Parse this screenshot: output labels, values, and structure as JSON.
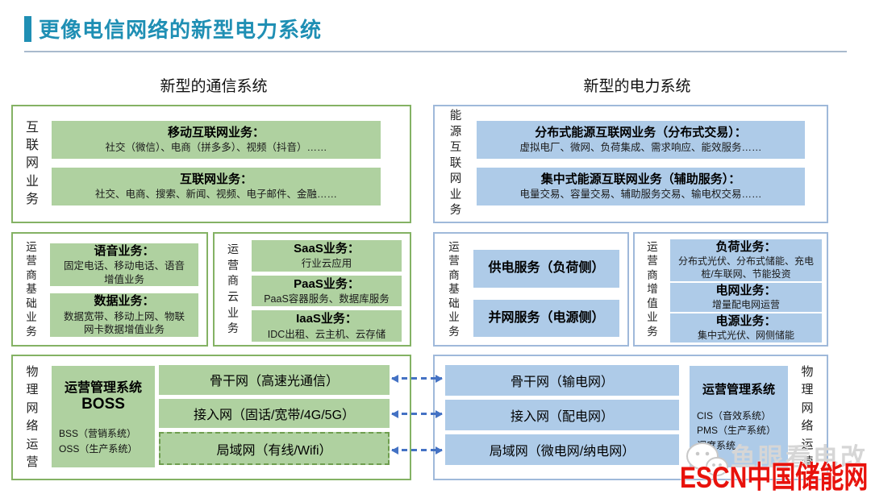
{
  "title": "更像电信网络的新型电力系统",
  "headers": {
    "telecom": "新型的通信系统",
    "power": "新型的电力系统"
  },
  "telecom": {
    "internet": {
      "label": "互联网业务",
      "boxes": [
        {
          "title": "移动互联网业务：",
          "desc": "社交（微信）、电商（拼多多）、视频（抖音）……"
        },
        {
          "title": "互联网业务：",
          "desc": "社交、电商、搜索、新闻、视频、电子邮件、金融……"
        }
      ]
    },
    "basic": {
      "label": "运营商基础业务",
      "boxes": [
        {
          "title": "语音业务：",
          "desc": "固定电话、移动电话、语音增值业务"
        },
        {
          "title": "数据业务：",
          "desc": "数据宽带、移动上网、物联网卡数据增值业务"
        }
      ]
    },
    "cloud": {
      "label": "运营商云业务",
      "boxes": [
        {
          "title": "SaaS业务：",
          "desc": "行业云应用"
        },
        {
          "title": "PaaS业务：",
          "desc": "PaaS容器服务、数据库服务"
        },
        {
          "title": "IaaS业务：",
          "desc": "IDC出租、云主机、云存储"
        }
      ]
    },
    "physical": {
      "label": "物理网络运营",
      "mgmt": {
        "title1": "运营管理系统",
        "title2": "BOSS",
        "lines": [
          "BSS（营销系统）",
          "OSS（生产系统）"
        ]
      },
      "networks": [
        "骨干网（高速光通信）",
        "接入网（固话/宽带/4G/5G）",
        "局域网（有线/Wifi）"
      ]
    }
  },
  "power": {
    "energy_internet": {
      "label": "能源互联网业务",
      "boxes": [
        {
          "title": "分布式能源互联网业务（分布式交易）：",
          "desc": "虚拟电厂、微网、负荷集成、需求响应、能效服务……"
        },
        {
          "title": "集中式能源互联网业务（辅助服务）：",
          "desc": "电量交易、容量交易、辅助服务交易、输电权交易……"
        }
      ]
    },
    "basic": {
      "label": "运营商基础业务",
      "boxes": [
        {
          "title": "供电服务（负荷侧）"
        },
        {
          "title": "并网服务（电源侧）"
        }
      ]
    },
    "value_added": {
      "label": "运营商增值业务",
      "boxes": [
        {
          "title": "负荷业务：",
          "desc": "分布式光伏、分布式储能、充电桩/车联网、节能投资"
        },
        {
          "title": "电网业务：",
          "desc": "增量配电网运营"
        },
        {
          "title": "电源业务：",
          "desc": "集中式光伏、网侧储能"
        }
      ]
    },
    "physical": {
      "label": "物理网络运营",
      "networks": [
        "骨干网（输电网）",
        "接入网（配电网）",
        "局域网（微电网/纳电网）"
      ],
      "mgmt": {
        "title": "运营管理系统",
        "lines": [
          "CIS（音效系统）",
          "PMS（生产系统）",
          "调度系统"
        ]
      }
    }
  },
  "watermark": {
    "account": "鱼眼看电改",
    "logo": "ESCN中国储能网"
  },
  "colors": {
    "accent_teal": "#1f8fb4",
    "green_fill": "#afd1a0",
    "green_border": "#84b264",
    "blue_fill": "#aecbe8",
    "blue_border": "#9fb9da",
    "arrow_blue": "#4472c4",
    "logo_red": "#e8120c"
  }
}
